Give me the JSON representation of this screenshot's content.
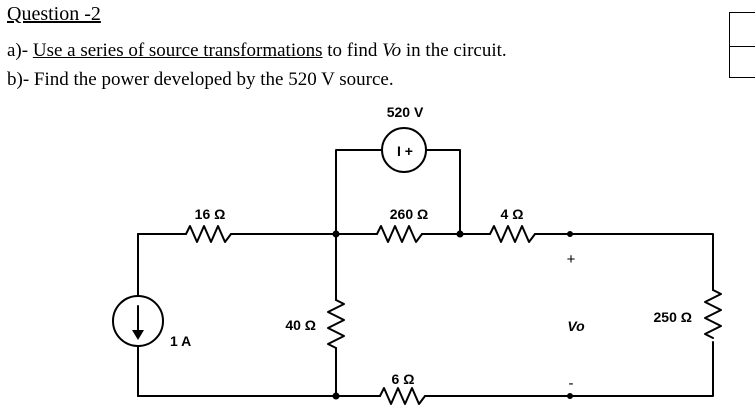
{
  "question": {
    "heading": "Question -2",
    "part_a": {
      "prefix": "a)- ",
      "underlined": "Use a series of source transformations",
      "middle": " to find ",
      "variable": "Vo",
      "suffix": " in the circuit."
    },
    "part_b": "b)- Find the power developed by the  520 V source."
  },
  "circuit": {
    "voltage_source": {
      "value": "520 V",
      "symbol": "I +"
    },
    "current_source": {
      "value": "1 A"
    },
    "resistors": {
      "r16": "16 Ω",
      "r260": "260 Ω",
      "r4": "4 Ω",
      "r40": "40 Ω",
      "r6": "6 Ω",
      "r250": "250 Ω"
    },
    "output": {
      "label": "Vo",
      "plus": "+",
      "minus": "-"
    }
  }
}
